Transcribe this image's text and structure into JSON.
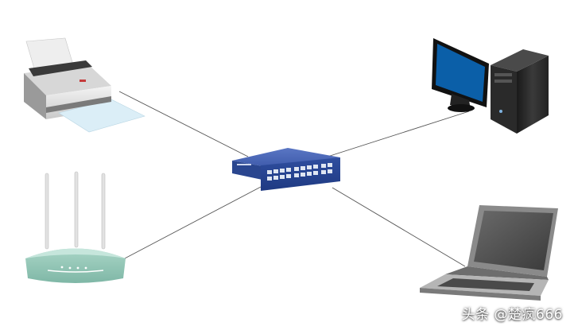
{
  "diagram": {
    "nodes": [
      {
        "id": "switch",
        "label": "",
        "icon": "network-switch-icon",
        "color": "#2E4C9E"
      },
      {
        "id": "printer",
        "label": "",
        "icon": "printer-icon"
      },
      {
        "id": "desktop",
        "label": "",
        "icon": "desktop-computer-icon",
        "color": "#0B5FA8"
      },
      {
        "id": "router",
        "label": "",
        "icon": "wireless-router-icon",
        "color": "#8FC4B4"
      },
      {
        "id": "laptop",
        "label": "",
        "icon": "laptop-icon"
      }
    ],
    "edges": [
      {
        "from": "switch",
        "to": "printer"
      },
      {
        "from": "switch",
        "to": "desktop"
      },
      {
        "from": "switch",
        "to": "router"
      },
      {
        "from": "switch",
        "to": "laptop"
      }
    ],
    "line_color": "#555555"
  },
  "watermark": {
    "text": "头条 @楚疯666"
  }
}
